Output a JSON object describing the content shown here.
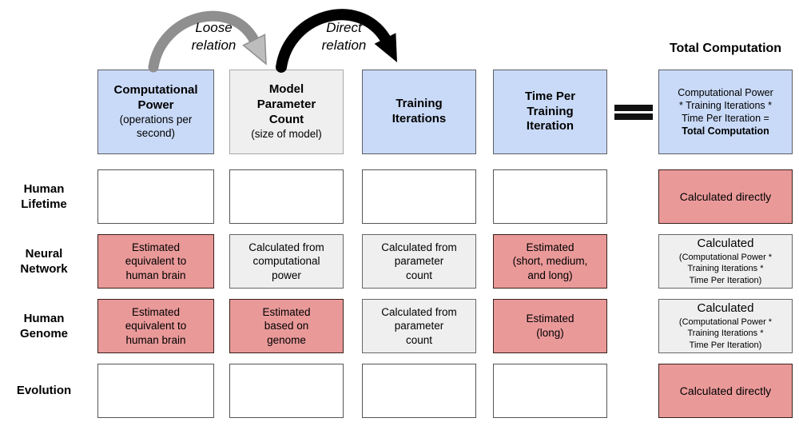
{
  "arrows": {
    "loose_label": "Loose\nrelation",
    "direct_label": "Direct\nrelation"
  },
  "icons": {
    "loose_arrow": "arc-arrow-gray",
    "direct_arrow": "arc-arrow-black",
    "equals": "equals-icon"
  },
  "colors": {
    "blue_fill": "#c9daf8",
    "gray_fill": "#efefef",
    "pink_fill": "#ea9999",
    "arrow_gray": "#8f8f8f",
    "arrow_black": "#000000"
  },
  "total_computation": {
    "heading": "Total Computation",
    "formula_prefix": "Computational Power\n* Training Iterations *\nTime Per Iteration =",
    "formula_result": "Total Computation"
  },
  "column_headers": [
    {
      "title": "Computational\nPower",
      "subtitle": "(operations per\nsecond)",
      "style": "blue"
    },
    {
      "title": "Model\nParameter\nCount",
      "subtitle": "(size of model)",
      "style": "gray"
    },
    {
      "title": "Training\nIterations",
      "subtitle": "",
      "style": "blue"
    },
    {
      "title": "Time Per\nTraining\nIteration",
      "subtitle": "",
      "style": "blue"
    }
  ],
  "rows": [
    {
      "label": "Human\nLifetime",
      "cells": [
        {
          "type": "empty",
          "text": ""
        },
        {
          "type": "empty",
          "text": ""
        },
        {
          "type": "empty",
          "text": ""
        },
        {
          "type": "empty",
          "text": ""
        }
      ],
      "total": {
        "type": "pink",
        "text": "Calculated directly"
      }
    },
    {
      "label": "Neural\nNetwork",
      "cells": [
        {
          "type": "pink",
          "text": "Estimated\nequivalent to\nhuman brain"
        },
        {
          "type": "gray",
          "text": "Calculated from\ncomputational\npower"
        },
        {
          "type": "gray",
          "text": "Calculated from\nparameter\ncount"
        },
        {
          "type": "pink",
          "text": "Estimated\n(short, medium,\nand long)"
        }
      ],
      "total": {
        "type": "gray",
        "main": "Calculated",
        "detail": "(Computational Power *\nTraining Iterations *\nTime Per Iteration)"
      }
    },
    {
      "label": "Human\nGenome",
      "cells": [
        {
          "type": "pink",
          "text": "Estimated\nequivalent to\nhuman brain"
        },
        {
          "type": "pink",
          "text": "Estimated\nbased on\ngenome"
        },
        {
          "type": "gray",
          "text": "Calculated from\nparameter\ncount"
        },
        {
          "type": "pink",
          "text": "Estimated\n(long)"
        }
      ],
      "total": {
        "type": "gray",
        "main": "Calculated",
        "detail": "(Computational Power *\nTraining Iterations *\nTime Per Iteration)"
      }
    },
    {
      "label": "Evolution",
      "cells": [
        {
          "type": "empty",
          "text": ""
        },
        {
          "type": "empty",
          "text": ""
        },
        {
          "type": "empty",
          "text": ""
        },
        {
          "type": "empty",
          "text": ""
        }
      ],
      "total": {
        "type": "pink",
        "text": "Calculated directly"
      }
    }
  ]
}
